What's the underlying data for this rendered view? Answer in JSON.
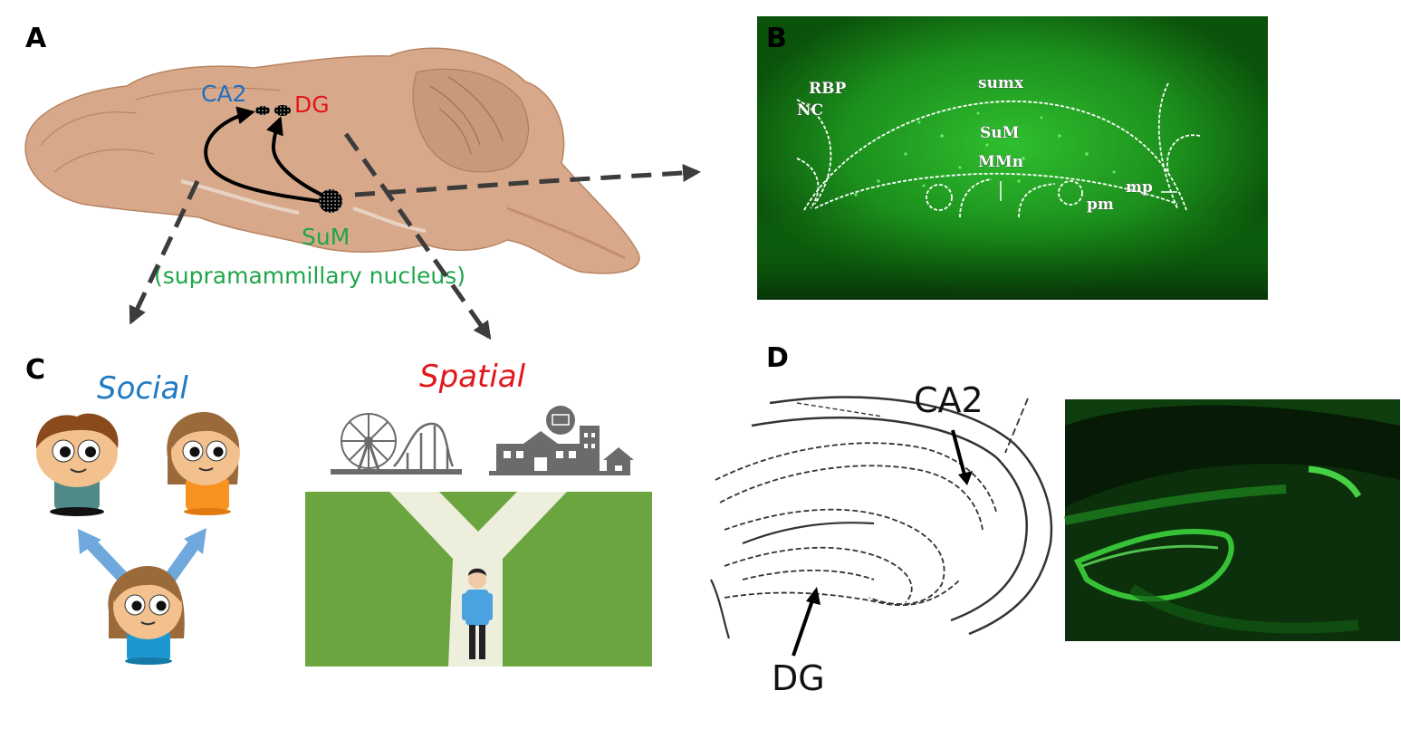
{
  "panels": {
    "a": {
      "letter": "A",
      "ca2": "CA2",
      "dg": "DG",
      "sum": "SuM",
      "sum_full": "(supramammillary nucleus)"
    },
    "b": {
      "letter": "B",
      "labels": [
        "RBP",
        "NC",
        "sumx",
        "SuM",
        "MMn",
        "mp",
        "pm"
      ]
    },
    "c": {
      "letter": "C",
      "social": "Social",
      "spatial": "Spatial"
    },
    "d": {
      "letter": "D",
      "ca2": "CA2",
      "dg": "DG"
    }
  },
  "colors": {
    "ca2_blue": "#1f6fbf",
    "dg_red": "#e3161b",
    "sum_green": "#1fa64a",
    "social_blue": "#1f7ac4",
    "spatial_red": "#e3161b",
    "arrow_dark": "#3c3c3c",
    "brain_tan": "#d4a67d",
    "fluor_green": "#1f9d1f",
    "park_green": "#6aa53f"
  },
  "icons": [
    "brain-section",
    "ferris-wheel-icon",
    "roller-coaster-icon",
    "hospital-icon",
    "house-icon",
    "boy-cartoon",
    "girl-cartoon",
    "walking-person"
  ]
}
